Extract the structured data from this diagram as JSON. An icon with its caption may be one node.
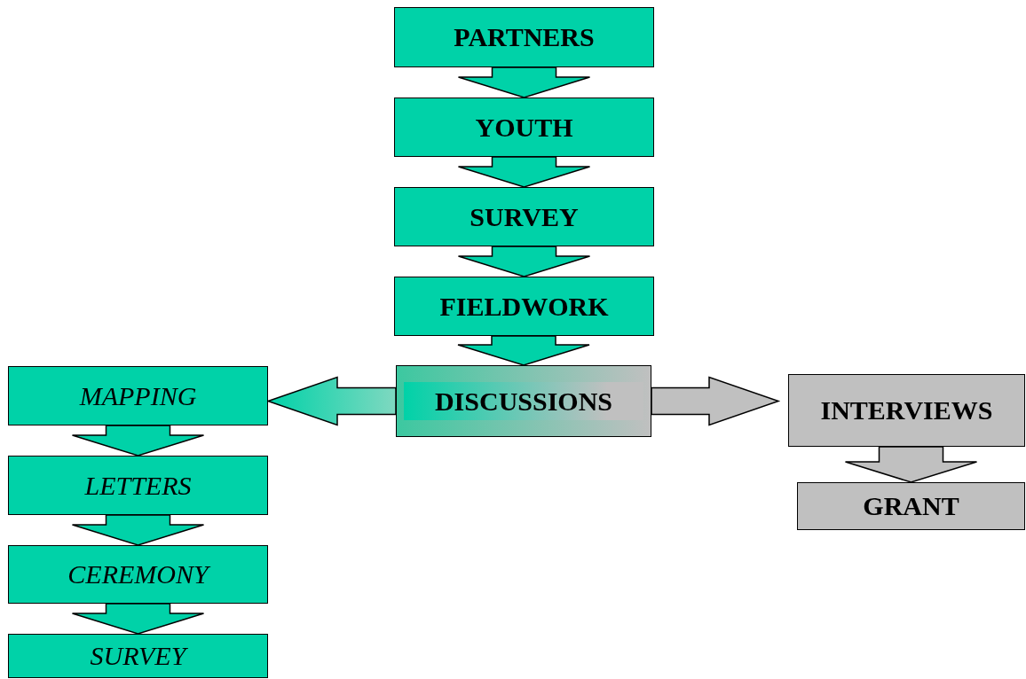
{
  "diagram": {
    "nodes": [
      {
        "text": [
          "PARTNERS"
        ]
      },
      {
        "text": [
          "YOUTH"
        ]
      },
      {
        "text": [
          "SURVEY"
        ]
      },
      {
        "text": [
          "FIELDWORK"
        ]
      },
      {
        "text": [
          "DISCUSSIONS"
        ]
      },
      {
        "text": [
          "MAPPING"
        ]
      },
      {
        "text": [
          "LETTERS"
        ]
      },
      {
        "text": [
          "CEREMONY"
        ]
      },
      {
        "text": [
          "SURVEY"
        ]
      },
      {
        "text": [
          "INTERVIEWS"
        ]
      },
      {
        "text": [
          "GRANT"
        ]
      }
    ],
    "edges": [
      {
        "from": 0,
        "to": 1,
        "arrow": "to"
      },
      {
        "from": 1,
        "to": 2,
        "arrow": "to"
      },
      {
        "from": 2,
        "to": 3,
        "arrow": "to"
      },
      {
        "from": 3,
        "to": 4,
        "arrow": "to"
      },
      {
        "from": 4,
        "to": 5,
        "arrow": "to"
      },
      {
        "from": 4,
        "to": 9,
        "arrow": "to",
        "color": "#c0c0c0"
      },
      {
        "from": 5,
        "to": 6,
        "arrow": "to"
      },
      {
        "from": 6,
        "to": 7,
        "arrow": "to"
      },
      {
        "from": 7,
        "to": 8,
        "arrow": "to"
      },
      {
        "from": 9,
        "to": 10,
        "arrow": "to",
        "color": "#c0c0c0"
      }
    ]
  }
}
